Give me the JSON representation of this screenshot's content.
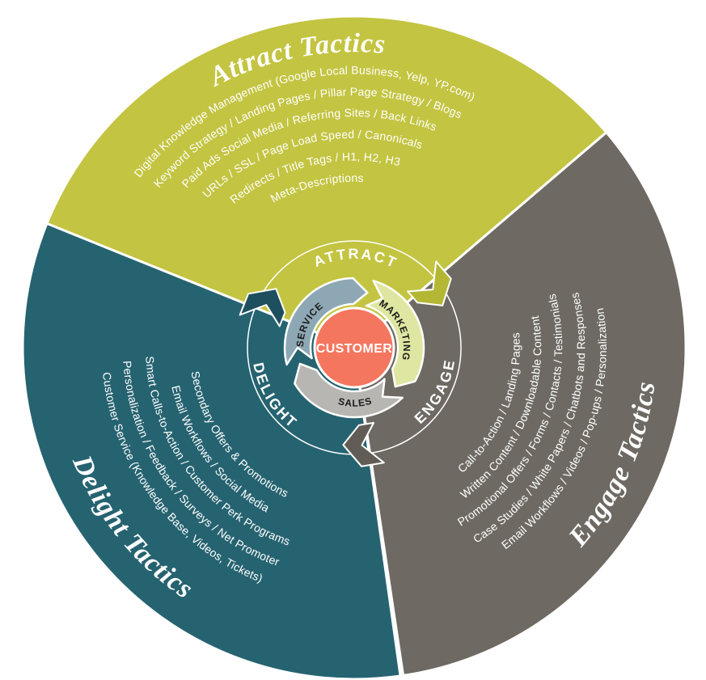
{
  "diagram": {
    "background": "#ffffff",
    "gap_color": "#ffffff",
    "arrow_label_color": "#1a1a1a",
    "center": {
      "label": "CUSTOMER",
      "color": "#f5765f",
      "text_color": "#ffffff"
    },
    "ring_arrows": [
      {
        "label": "SERVICE",
        "color": "#8da8b4"
      },
      {
        "label": "MARKETING",
        "color": "#dfe6a1"
      },
      {
        "label": "SALES",
        "color": "#b8b6b3"
      }
    ],
    "wedges": [
      {
        "id": "attract",
        "label": "ATTRACT",
        "title": "Attract Tactics",
        "color": "#c3c441",
        "blade_color": "#b4b733",
        "text_color": "#ffffff",
        "lines": [
          "Digital Knowledge Management (Google Local Business, Yelp, YP.com)",
          "Keyword Strategy  /  Landing Pages  /  Pillar Page Strategy  /  Blogs",
          "Paid Ads Social Media  /  Referring Sites   /  Back Links",
          "URLs  /  SSL  /  Page Load Speed   /  Canonicals",
          "Redirects  /  Title Tags  /  H1, H2, H3",
          "Meta-Descriptions"
        ]
      },
      {
        "id": "engage",
        "label": "ENGAGE",
        "title": "Engage Tactics",
        "color": "#6e6a63",
        "blade_color": "#615d56",
        "text_color": "#ffffff",
        "lines": [
          "Call-to-Action  /  Landing Pages",
          "Written Content  /  Downloadable Content",
          "Promotional Offers  /  Forms  /  Contacts  /  Testimonials",
          "Case Studies / White Papers  /  Chatbots and Responses",
          "Email Workflows  /  Videos  /  Pop-ups  /  Personalization"
        ]
      },
      {
        "id": "delight",
        "label": "DELIGHT",
        "title": "Delight Tactics",
        "color": "#266370",
        "blade_color": "#1e4f5e",
        "text_color": "#ffffff",
        "lines": [
          "Secondary Offers & Promotions",
          "Email Workflows  / Social Media",
          "Smart Calls-to-Action  /  Customer Perk Programs",
          "Personalization  /  Feedback  /  Surveys  /  Net Promoter",
          "Customer Service (Knowledge Base, Videos, Tickets)"
        ]
      }
    ]
  }
}
